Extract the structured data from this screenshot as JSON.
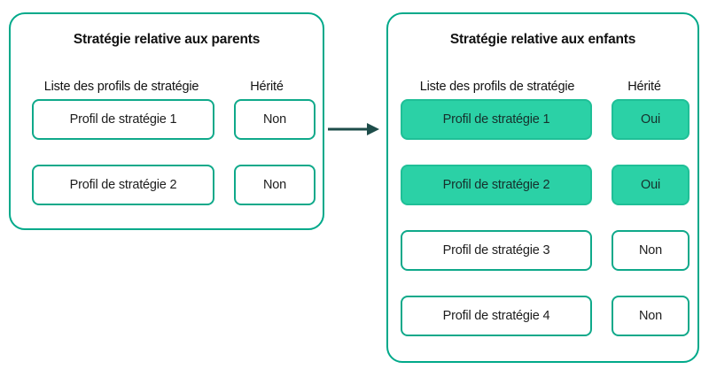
{
  "diagram": {
    "arrow_color": "#1e4d4a",
    "accent_border": "#00a98a",
    "accent_fill": "#2bd1a6"
  },
  "panels": [
    {
      "id": "parents",
      "title": "Stratégie relative aux parents",
      "columns": {
        "profiles": "Liste des profils de stratégie",
        "inherited": "Hérité"
      },
      "rows": [
        {
          "profile": "Profil de stratégie 1",
          "inherited": "Non",
          "highlighted": false
        },
        {
          "profile": "Profil de stratégie 2",
          "inherited": "Non",
          "highlighted": false
        }
      ]
    },
    {
      "id": "enfants",
      "title": "Stratégie relative aux enfants",
      "columns": {
        "profiles": "Liste des profils de stratégie",
        "inherited": "Hérité"
      },
      "rows": [
        {
          "profile": "Profil de stratégie 1",
          "inherited": "Oui",
          "highlighted": true
        },
        {
          "profile": "Profil de stratégie 2",
          "inherited": "Oui",
          "highlighted": true
        },
        {
          "profile": "Profil de stratégie 3",
          "inherited": "Non",
          "highlighted": false
        },
        {
          "profile": "Profil de stratégie 4",
          "inherited": "Non",
          "highlighted": false
        }
      ]
    }
  ]
}
